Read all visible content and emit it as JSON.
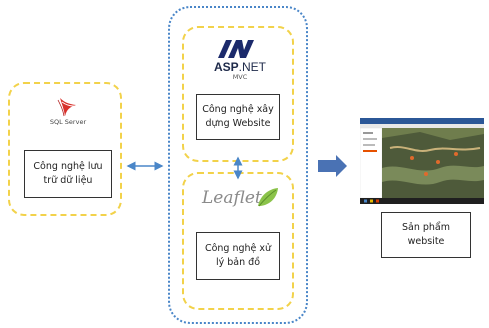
{
  "sql": {
    "logo_text": "SQL Server",
    "box_label": "Công nghệ lưu trữ dữ liệu"
  },
  "asp": {
    "logo_main": "ASP",
    "logo_suffix": ".NET",
    "logo_sub": "MVC",
    "box_label": "Công nghệ xây dựng Website"
  },
  "leaflet": {
    "logo_text": "Leaflet",
    "box_label": "Công nghệ xử lý bản đồ"
  },
  "product": {
    "box_label": "Sản phẩm website"
  },
  "colors": {
    "group_border": "#f2d24a",
    "center_border": "#4a86c8",
    "arrow": "#4a86c8",
    "big_arrow": "#4a72b4"
  }
}
